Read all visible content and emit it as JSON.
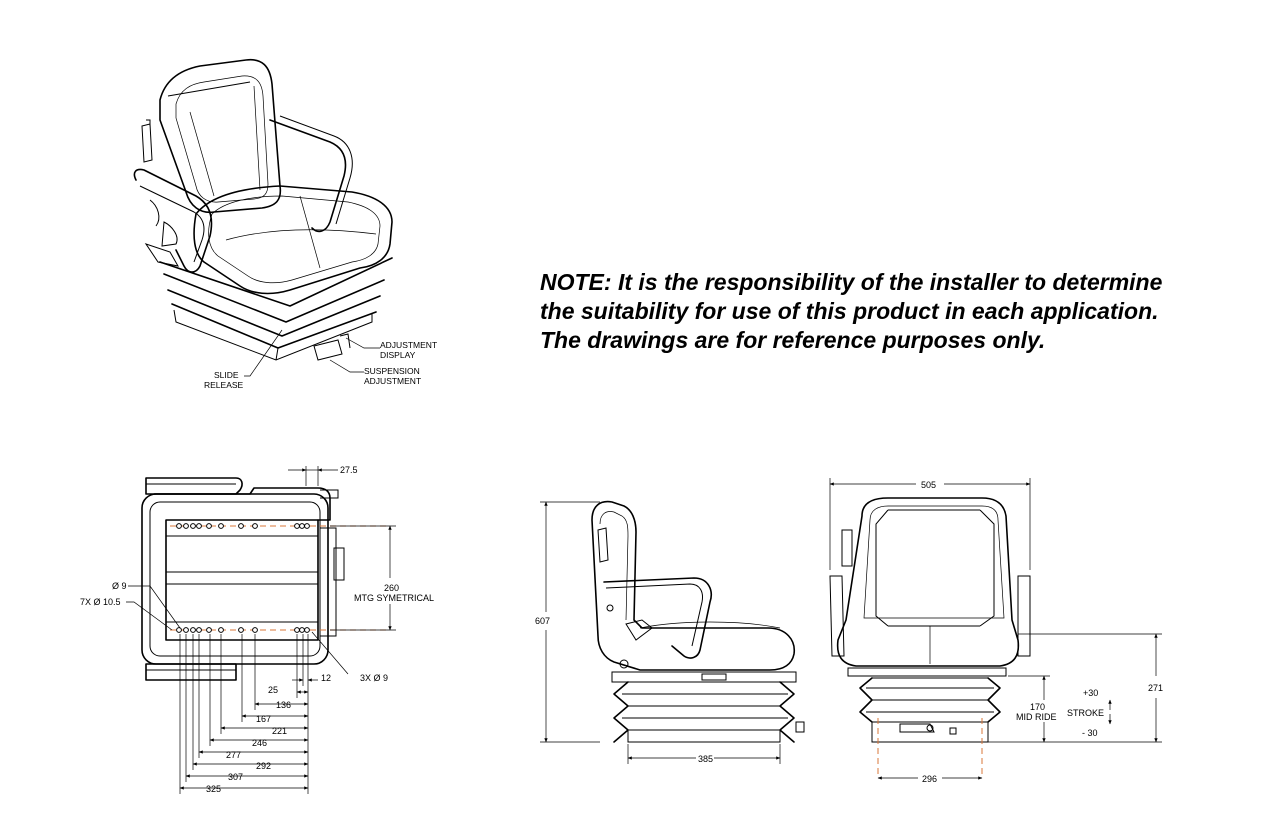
{
  "note": {
    "line1": "NOTE: It is the responsibility of the installer to determine",
    "line2": "the suitability for use of this product in each application.",
    "line3": "The drawings are for reference purposes only."
  },
  "callouts": {
    "adjustment_display_1": "ADJUSTMENT",
    "adjustment_display_2": "DISPLAY",
    "suspension_adjustment_1": "SUSPENSION",
    "suspension_adjustment_2": "ADJUSTMENT",
    "slide_release_1": "SLIDE",
    "slide_release_2": "RELEASE"
  },
  "top_view": {
    "dim_27_5": "27.5",
    "dim_260": "260",
    "mtg_symetrical": "MTG SYMETRICAL",
    "hole_9": "Ø 9",
    "hole_7x": "7X  Ø 10.5",
    "hole_3x": "3X  Ø 9",
    "dim_12": "12",
    "dim_25": "25",
    "dim_136": "136",
    "dim_167": "167",
    "dim_221": "221",
    "dim_246": "246",
    "dim_277": "277",
    "dim_292": "292",
    "dim_307": "307",
    "dim_325": "325"
  },
  "side_view": {
    "dim_607": "607",
    "dim_385": "385"
  },
  "front_view": {
    "dim_505": "505",
    "dim_170": "170",
    "mid_ride": "MID RIDE",
    "plus_30": "+30",
    "stroke": "STROKE",
    "minus_30": "- 30",
    "dim_271": "271",
    "dim_296": "296"
  },
  "colors": {
    "line": "#000000",
    "centerline": "#d9773a",
    "background": "#ffffff"
  }
}
